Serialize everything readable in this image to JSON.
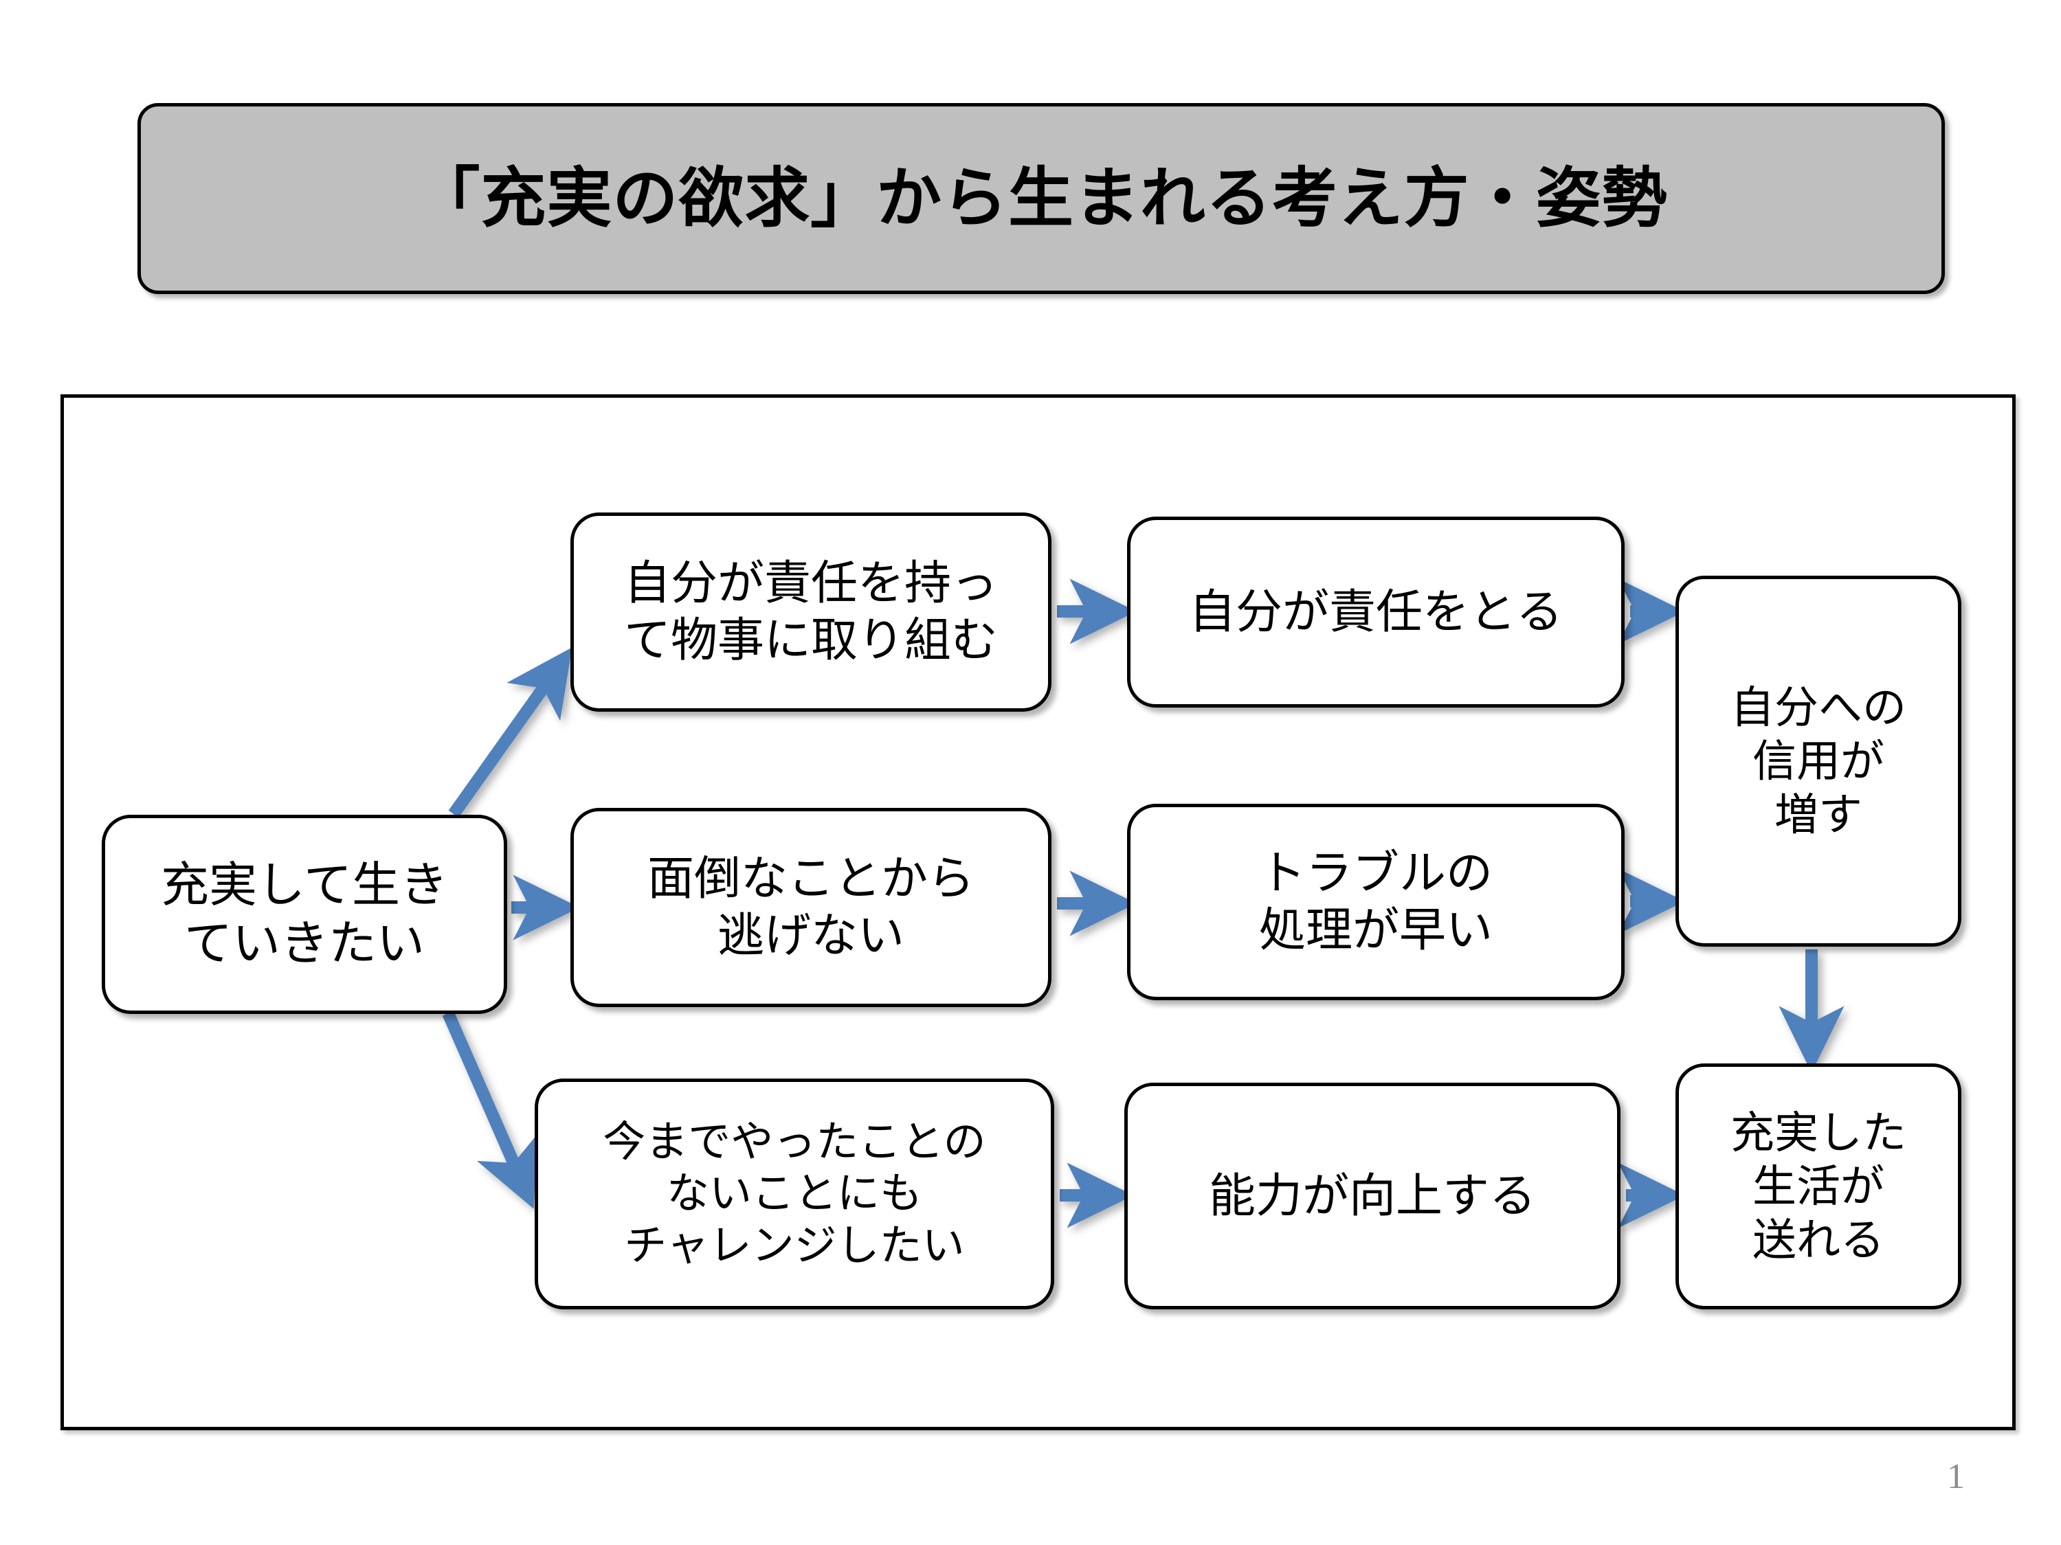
{
  "slide": {
    "title": "「充実の欲求」から生まれる考え方・姿勢",
    "page_number": "1"
  },
  "colors": {
    "title_fill": "#BFBFBF",
    "title_border": "#000000",
    "node_fill": "#FFFFFF",
    "node_border": "#000000",
    "arrow": "#4F81BD",
    "page_number": "#8B8B8B"
  },
  "diagram": {
    "nodes": [
      {
        "id": "start",
        "label": "充実して生き\nていきたい"
      },
      {
        "id": "responsible",
        "label": "自分が責任を持っ\nて物事に取り組む"
      },
      {
        "id": "avoid",
        "label": "面倒なことから\n逃げない"
      },
      {
        "id": "challenge",
        "label": "今までやったことの\nないことにも\nチャレンジしたい"
      },
      {
        "id": "take-resp",
        "label": "自分が責任をとる"
      },
      {
        "id": "trouble",
        "label": "トラブルの\n処理が早い"
      },
      {
        "id": "ability",
        "label": "能力が向上する"
      },
      {
        "id": "trust",
        "label": "自分への\n信用が\n増す"
      },
      {
        "id": "fulfilled",
        "label": "充実した\n生活が\n送れる"
      }
    ],
    "edges": [
      {
        "from": "start",
        "to": "responsible",
        "direction": "up-right"
      },
      {
        "from": "start",
        "to": "avoid",
        "direction": "right"
      },
      {
        "from": "start",
        "to": "challenge",
        "direction": "down-right"
      },
      {
        "from": "responsible",
        "to": "take-resp",
        "direction": "right"
      },
      {
        "from": "avoid",
        "to": "trouble",
        "direction": "right"
      },
      {
        "from": "challenge",
        "to": "ability",
        "direction": "right"
      },
      {
        "from": "take-resp",
        "to": "trust",
        "direction": "right"
      },
      {
        "from": "trouble",
        "to": "trust",
        "direction": "right"
      },
      {
        "from": "trust",
        "to": "fulfilled",
        "direction": "down"
      },
      {
        "from": "ability",
        "to": "fulfilled",
        "direction": "right"
      }
    ]
  }
}
